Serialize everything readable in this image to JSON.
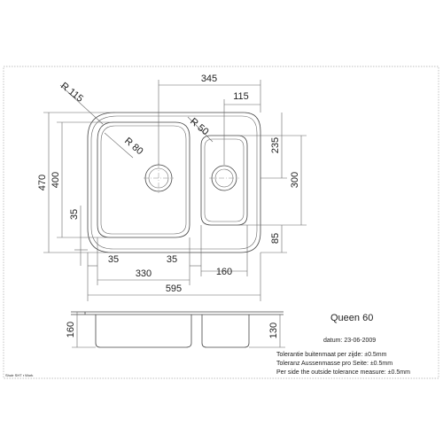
{
  "drawing": {
    "product_name": "Queen 60",
    "date_line": "datum: 23-06-2009",
    "tolerance_lines": [
      "Tolerantie buitenmaat per zijde: ±0.5mm",
      "Toleranz Aussenmasse pro Seite: ±0.5mm",
      "Per side the outside tolerance measure: ±0.5mm"
    ],
    "footer_note": "Shutr SHT r Work",
    "colors": {
      "line": "#444444",
      "text": "#222222",
      "frame": "#aaaaaa"
    }
  },
  "dimensions": {
    "top_345": "345",
    "top_115": "115",
    "radius_115": "R 115",
    "radius_50": "R 50",
    "radius_80": "R 80",
    "left_470": "470",
    "left_400": "400",
    "left_35": "35",
    "right_235": "235",
    "right_300": "300",
    "right_85": "85",
    "bottom_35a": "35",
    "bottom_35b": "35",
    "bottom_330": "330",
    "bottom_160": "160",
    "bottom_595": "595",
    "side_160": "160",
    "side_130": "130"
  }
}
